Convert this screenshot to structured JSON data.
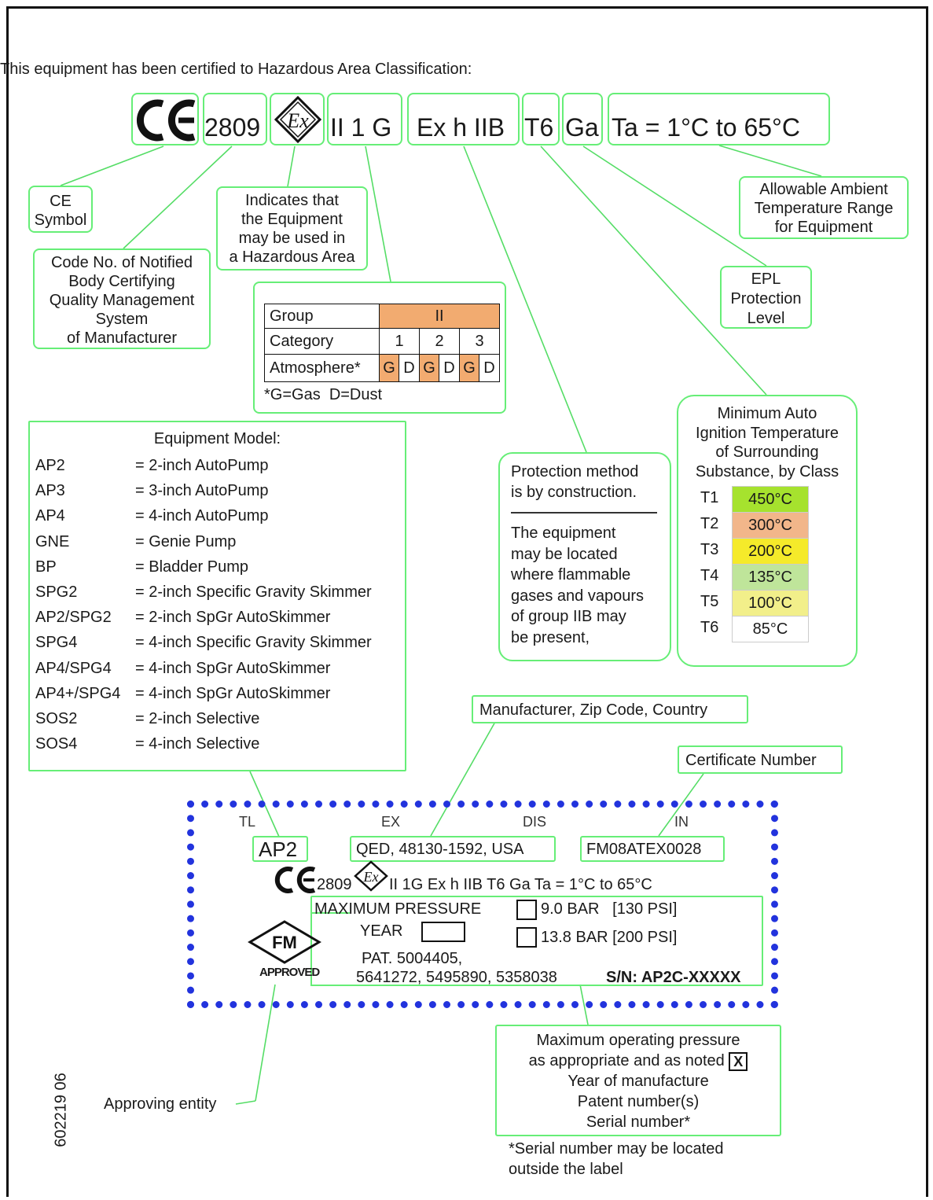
{
  "header": "This equipment has been certified to Hazardous Area Classification:",
  "marking": {
    "notified_body": "2809",
    "group_cat": "II 1 G",
    "protection": "Ex h IIB",
    "temp_class": "T6",
    "epl": "Ga",
    "ambient": "Ta = 1°C to 65°C"
  },
  "callouts": {
    "ce_symbol": [
      "CE",
      "Symbol"
    ],
    "ex_indicates": [
      "Indicates that",
      "the Equipment",
      "may be used in",
      "a Hazardous Area"
    ],
    "code_no": [
      "Code No. of Notified",
      "Body Certifying",
      "Quality Management",
      "System",
      "of Manufacturer"
    ],
    "ambient_range": [
      "Allowable Ambient",
      "Temperature Range",
      "for Equipment"
    ],
    "epl": [
      "EPL",
      "Protection",
      "Level"
    ]
  },
  "group_table": {
    "group_label": "Group",
    "group_value": "II",
    "category_label": "Category",
    "categories": [
      "1",
      "2",
      "3"
    ],
    "atmosphere_label": "Atmosphere*",
    "atmospheres": [
      "G",
      "D",
      "G",
      "D",
      "G",
      "D"
    ],
    "footnote": "*G=Gas  D=Dust"
  },
  "equipment": {
    "title": "Equipment Model:",
    "rows": [
      {
        "code": "AP2",
        "desc": "= 2-inch AutoPump"
      },
      {
        "code": "AP3",
        "desc": "= 3-inch AutoPump"
      },
      {
        "code": "AP4",
        "desc": "= 4-inch AutoPump"
      },
      {
        "code": "GNE",
        "desc": "= Genie Pump"
      },
      {
        "code": "BP",
        "desc": "= Bladder Pump"
      },
      {
        "code": "SPG2",
        "desc": "= 2-inch Specific Gravity Skimmer"
      },
      {
        "code": "AP2/SPG2",
        "desc": "= 2-inch SpGr AutoSkimmer"
      },
      {
        "code": "SPG4",
        "desc": "= 4-inch Specific Gravity Skimmer"
      },
      {
        "code": "AP4/SPG4",
        "desc": "= 4-inch SpGr AutoSkimmer"
      },
      {
        "code": "AP4+/SPG4",
        "desc": "= 4-inch SpGr AutoSkimmer"
      },
      {
        "code": "SOS2",
        "desc": "= 2-inch Selective"
      },
      {
        "code": "SOS4",
        "desc": "= 4-inch Selective"
      }
    ]
  },
  "protection_box": {
    "top": [
      "Protection method",
      "is by construction."
    ],
    "bottom": [
      "The equipment",
      "may be located",
      "where flammable",
      "gases and vapours",
      "of group IIB may",
      "be present,"
    ]
  },
  "temp_box": {
    "title": [
      "Minimum Auto",
      "Ignition Temperature",
      "of Surrounding",
      "Substance, by Class"
    ],
    "rows": [
      {
        "cls": "T1",
        "temp": "450°C",
        "color": "#a6e22e"
      },
      {
        "cls": "T2",
        "temp": "300°C",
        "color": "#f2b68a"
      },
      {
        "cls": "T3",
        "temp": "200°C",
        "color": "#f5ea2a"
      },
      {
        "cls": "T4",
        "temp": "135°C",
        "color": "#bfe59a"
      },
      {
        "cls": "T5",
        "temp": "100°C",
        "color": "#f2ef8a"
      },
      {
        "cls": "T6",
        "temp": "85°C",
        "color": "#ffffff"
      }
    ]
  },
  "manufacturer_callout": "Manufacturer, Zip Code, Country",
  "certificate_callout": "Certificate Number",
  "label": {
    "tl": "TL",
    "ex": "EX",
    "dis": "DIS",
    "in": "IN",
    "model": "AP2",
    "manufacturer": "QED, 48130-1592, USA",
    "certificate": "FM08ATEX0028",
    "marking_notified": "2809",
    "marking_line": "II 1G Ex h IIB T6 Ga Ta = 1°C to 65°C",
    "max_pressure": "MAXIMUM PRESSURE",
    "p1": "9.0 BAR   [130 PSI]",
    "p2": "13.8 BAR [200 PSI]",
    "year": "YEAR",
    "patent_1": "PAT. 5004405,",
    "patent_2": "5641272, 5495890, 5358038",
    "sn": "S/N: AP2C-XXXXX",
    "fm": "FM",
    "approved": "APPROVED"
  },
  "bottom_callout": [
    "Maximum operating pressure",
    "as appropriate and as noted",
    "Year of manufacture",
    "Patent number(s)",
    "Serial number*"
  ],
  "bottom_callout_mark": "X",
  "serial_note": [
    "*Serial number may be located",
    "outside the label"
  ],
  "approving": "Approving entity",
  "doc_number": "602219 06"
}
